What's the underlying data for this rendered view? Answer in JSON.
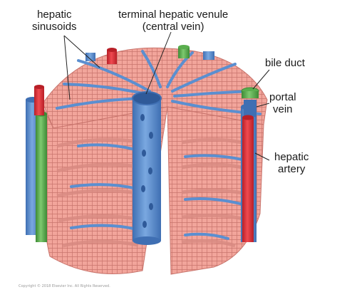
{
  "labels": {
    "hepatic_sinusoids": [
      "hepatic",
      "sinusoids"
    ],
    "central_vein": [
      "terminal hepatic venule",
      "(central vein)"
    ],
    "bile_duct": "bile duct",
    "portal_vein": [
      "portal",
      "vein"
    ],
    "hepatic_artery": [
      "hepatic",
      "artery"
    ]
  },
  "copyright": "Copyright © 2018 Elsevier Inc. All Rights Reserved.",
  "colors": {
    "hepatocyte": "#f2a59b",
    "hepatocyte_edge": "#c8746c",
    "portal_vein": "#5b8fd0",
    "central_vein": "#5b8fd0",
    "hepatic_artery": "#e0323a",
    "bile_duct": "#5aae4e",
    "leader_line": "#222222"
  },
  "icons": {
    "central_vein": "blue-vertical-cylinder",
    "portal_triad": "vessel-bundle"
  }
}
